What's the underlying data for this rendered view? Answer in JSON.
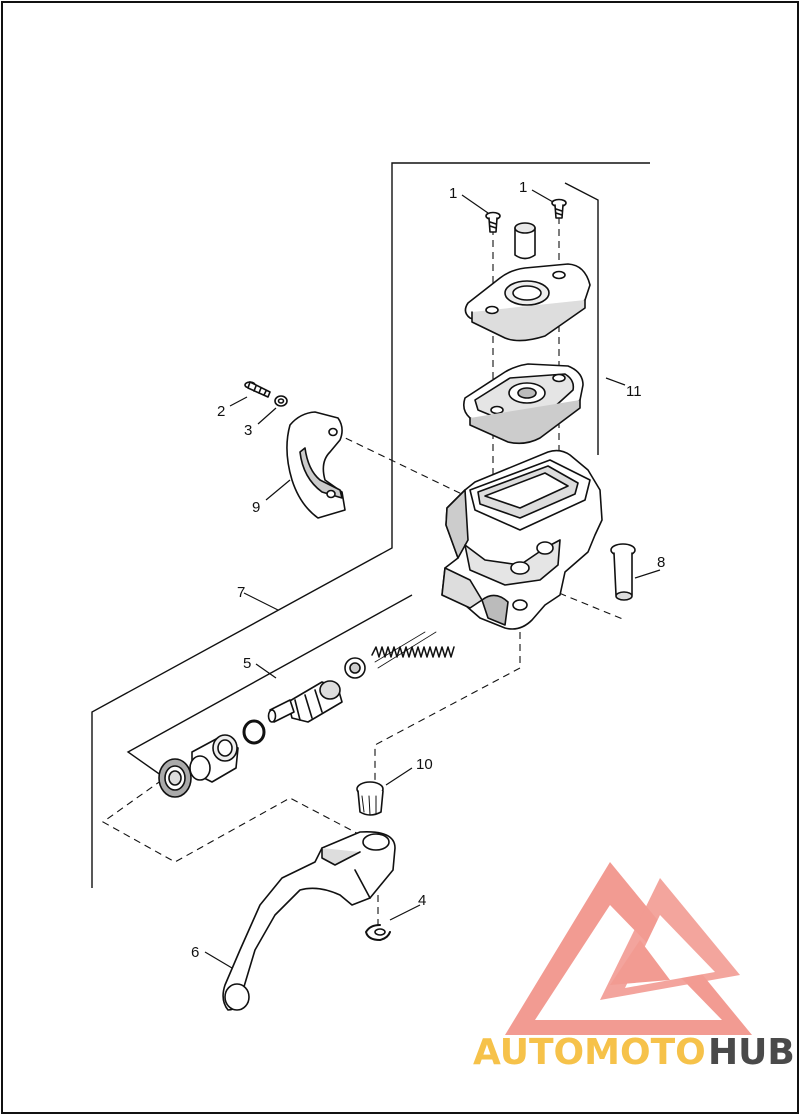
{
  "callouts": {
    "c1a": "1",
    "c1b": "1",
    "c2": "2",
    "c3": "3",
    "c4": "4",
    "c5": "5",
    "c6": "6",
    "c7": "7",
    "c8": "8",
    "c9": "9",
    "c10": "10",
    "c11": "11"
  },
  "watermark": {
    "part1": "AUTOMOTO",
    "part2": "HUB",
    "color_primary": "#f08a80",
    "color_secondary": "#f6c24a",
    "color_dark": "#4a4a4a"
  }
}
